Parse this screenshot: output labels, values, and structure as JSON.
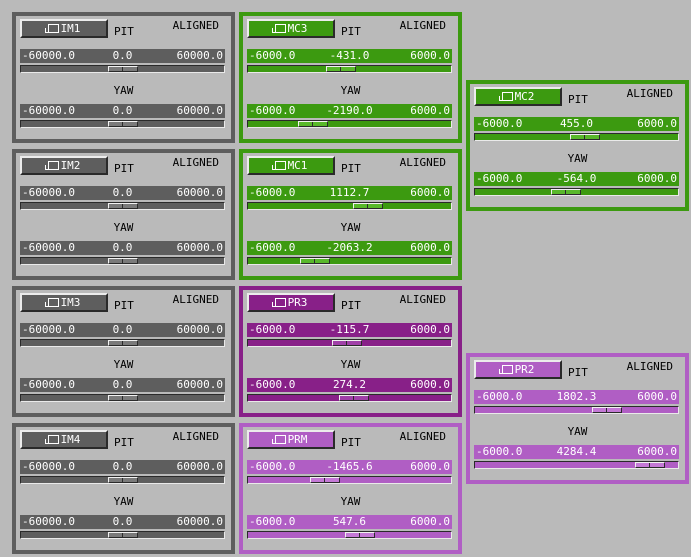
{
  "colors": {
    "gray": "#5e5e5e",
    "green": "#3c9a10",
    "purple": "#882088",
    "violet": "#b05ec4",
    "background": "#bababa"
  },
  "icons": {
    "optic_button": "window-icon"
  },
  "panels": [
    {
      "name": "IM1",
      "theme": "gray",
      "pit_label": "PIT",
      "status": "ALIGNED",
      "yaw_label": "YAW",
      "pitch": {
        "min": "-60000.0",
        "value": "0.0",
        "max": "60000.0",
        "level": 0.5
      },
      "yaw": {
        "min": "-60000.0",
        "value": "0.0",
        "max": "60000.0",
        "level": 0.5
      }
    },
    {
      "name": "IM2",
      "theme": "gray",
      "pit_label": "PIT",
      "status": "ALIGNED",
      "yaw_label": "YAW",
      "pitch": {
        "min": "-60000.0",
        "value": "0.0",
        "max": "60000.0",
        "level": 0.5
      },
      "yaw": {
        "min": "-60000.0",
        "value": "0.0",
        "max": "60000.0",
        "level": 0.5
      }
    },
    {
      "name": "IM3",
      "theme": "gray",
      "pit_label": "PIT",
      "status": "ALIGNED",
      "yaw_label": "YAW",
      "pitch": {
        "min": "-60000.0",
        "value": "0.0",
        "max": "60000.0",
        "level": 0.5
      },
      "yaw": {
        "min": "-60000.0",
        "value": "0.0",
        "max": "60000.0",
        "level": 0.5
      }
    },
    {
      "name": "IM4",
      "theme": "gray",
      "pit_label": "PIT",
      "status": "ALIGNED",
      "yaw_label": "YAW",
      "pitch": {
        "min": "-60000.0",
        "value": "0.0",
        "max": "60000.0",
        "level": 0.5
      },
      "yaw": {
        "min": "-60000.0",
        "value": "0.0",
        "max": "60000.0",
        "level": 0.5
      }
    },
    {
      "name": "MC3",
      "theme": "green",
      "pit_label": "PIT",
      "status": "ALIGNED",
      "yaw_label": "YAW",
      "pitch": {
        "min": "-6000.0",
        "value": "-431.0",
        "max": "6000.0",
        "level": 0.46
      },
      "yaw": {
        "min": "-6000.0",
        "value": "-2190.0",
        "max": "6000.0",
        "level": 0.32
      }
    },
    {
      "name": "MC1",
      "theme": "green",
      "pit_label": "PIT",
      "status": "ALIGNED",
      "yaw_label": "YAW",
      "pitch": {
        "min": "-6000.0",
        "value": "1112.7",
        "max": "6000.0",
        "level": 0.59
      },
      "yaw": {
        "min": "-6000.0",
        "value": "-2063.2",
        "max": "6000.0",
        "level": 0.33
      }
    },
    {
      "name": "PR3",
      "theme": "purple",
      "pit_label": "PIT",
      "status": "ALIGNED",
      "yaw_label": "YAW",
      "pitch": {
        "min": "-6000.0",
        "value": "-115.7",
        "max": "6000.0",
        "level": 0.49
      },
      "yaw": {
        "min": "-6000.0",
        "value": "274.2",
        "max": "6000.0",
        "level": 0.52
      }
    },
    {
      "name": "PRM",
      "theme": "violet",
      "pit_label": "PIT",
      "status": "ALIGNED",
      "yaw_label": "YAW",
      "pitch": {
        "min": "-6000.0",
        "value": "-1465.6",
        "max": "6000.0",
        "level": 0.38
      },
      "yaw": {
        "min": "-6000.0",
        "value": "547.6",
        "max": "6000.0",
        "level": 0.55
      }
    },
    {
      "name": "MC2",
      "theme": "green",
      "pit_label": "PIT",
      "status": "ALIGNED",
      "yaw_label": "YAW",
      "pitch": {
        "min": "-6000.0",
        "value": "455.0",
        "max": "6000.0",
        "level": 0.54
      },
      "yaw": {
        "min": "-6000.0",
        "value": "-564.0",
        "max": "6000.0",
        "level": 0.45
      }
    },
    {
      "name": "PR2",
      "theme": "violet",
      "pit_label": "PIT",
      "status": "ALIGNED",
      "yaw_label": "YAW",
      "pitch": {
        "min": "-6000.0",
        "value": "1802.3",
        "max": "6000.0",
        "level": 0.65
      },
      "yaw": {
        "min": "-6000.0",
        "value": "4284.4",
        "max": "6000.0",
        "level": 0.86
      }
    }
  ]
}
